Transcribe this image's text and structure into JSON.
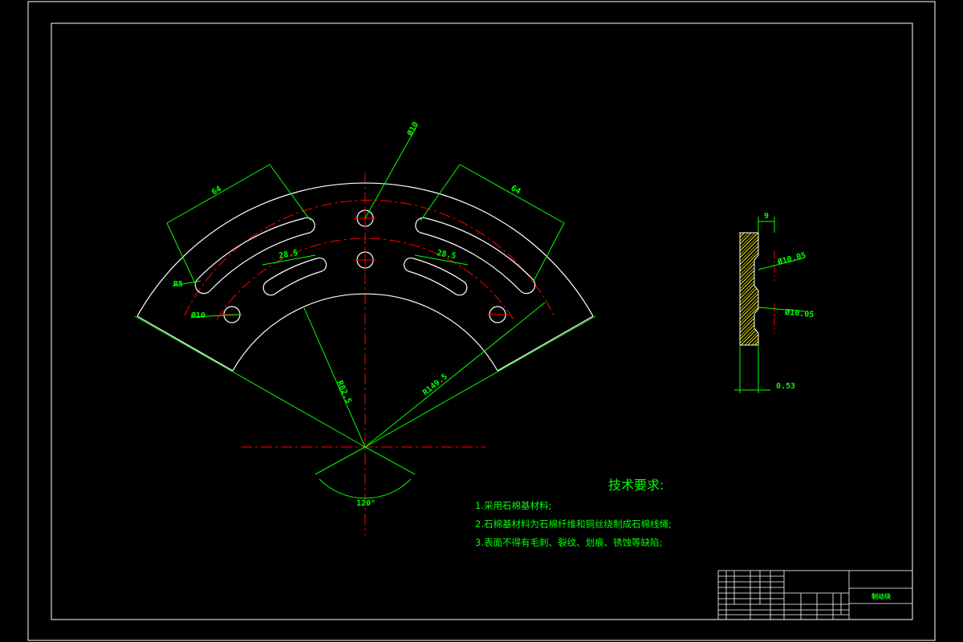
{
  "dimensions": {
    "slot_outer_length": "64",
    "slot_outer_length_right": "64",
    "slot_inner_length": "28.5",
    "slot_inner_length_right": "28.5",
    "slot_radius": "R5",
    "hole_top_dia": "Ø10",
    "hole_left_dia": "Ø10",
    "inner_radius": "R82.5",
    "outer_radius": "R149.5",
    "sector_angle": "120°",
    "thickness": "9",
    "section_dia_1": "Ø10.05",
    "section_dia_2": "Ø10.05",
    "section_offset": "0.53"
  },
  "technical_requirements": {
    "title": "技术要求:",
    "items": [
      "1.采用石棉基材料;",
      "2.石棉基材料为石棉纤维和铜丝绕制成石棉线绳;",
      "3.表面不得有毛刺、裂纹、划痕、锈蚀等缺陷;"
    ]
  },
  "title_block": {
    "part_name": "制动块"
  },
  "colors": {
    "background": "#000000",
    "outline": "#ffffff",
    "dimension": "#00ff00",
    "centerline": "#ff0000",
    "section_hatch": "#ffff00"
  }
}
